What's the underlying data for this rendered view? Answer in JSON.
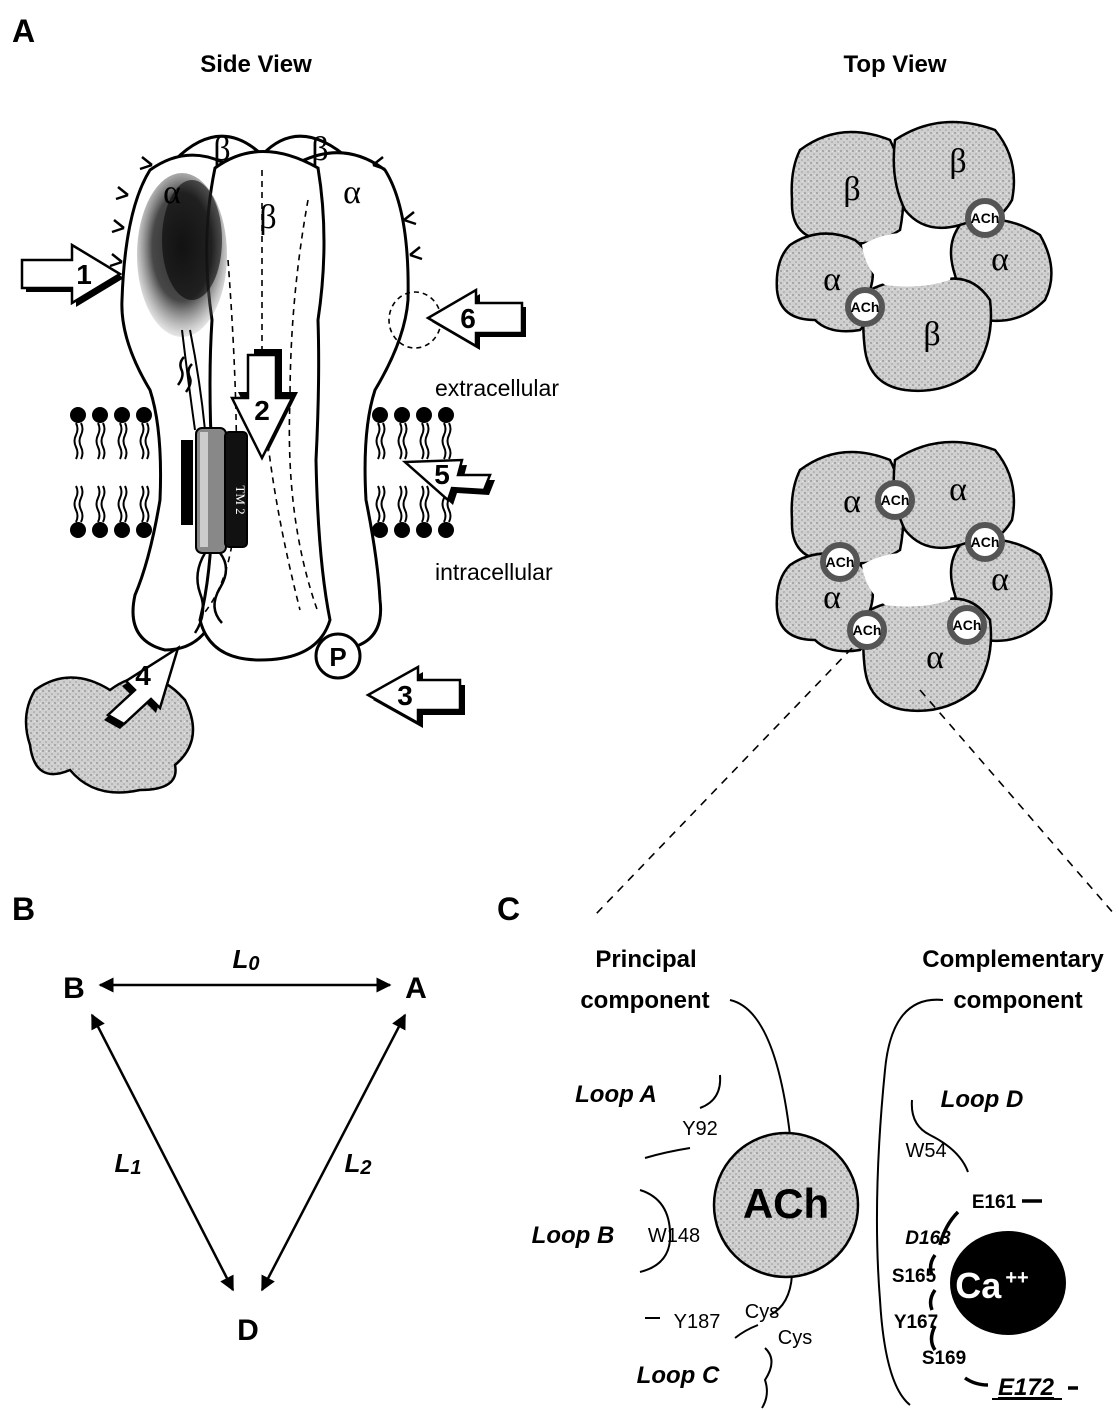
{
  "panel_labels": {
    "a": "A",
    "b": "B",
    "c": "C"
  },
  "side_view": {
    "title": "Side View",
    "subunits": {
      "left": "α",
      "top_left": "β",
      "top_right": "β",
      "center": "β",
      "right": "α"
    },
    "helix_label": "TM 2",
    "extracellular": "extracellular",
    "intracellular": "intracellular",
    "phospho": "P",
    "arrows": [
      "1",
      "2",
      "3",
      "4",
      "5",
      "6"
    ]
  },
  "top_view": {
    "title": "Top View",
    "heteromer": {
      "subunits": [
        "β",
        "β",
        "α",
        "β",
        "α"
      ],
      "site": "ACh"
    },
    "homomer": {
      "subunits": [
        "α",
        "α",
        "α",
        "α",
        "α"
      ],
      "site": "ACh"
    }
  },
  "scheme": {
    "nodes": {
      "b": "B",
      "a": "A",
      "d": "D"
    },
    "l0": {
      "main": "L",
      "sub": "0"
    },
    "l1": {
      "main": "L",
      "sub": "1"
    },
    "l2": {
      "main": "L",
      "sub": "2"
    }
  },
  "binding_site": {
    "principal": {
      "line1": "Principal",
      "line2": "component"
    },
    "complementary": {
      "line1": "Complementary",
      "line2": "component"
    },
    "ligand": "ACh",
    "ion": {
      "main": "Ca",
      "charge": "++"
    },
    "loops": {
      "a": "Loop A",
      "b": "Loop B",
      "c": "Loop C",
      "d": "Loop D"
    },
    "residues": {
      "y92": "Y92",
      "w148": "W148",
      "y187": "Y187",
      "cys1": "Cys",
      "cys2": "Cys",
      "w54": "W54",
      "e161": "E161",
      "d163": "D163",
      "s165": "S165",
      "y167": "Y167",
      "s169": "S169",
      "e172": "E172"
    }
  }
}
